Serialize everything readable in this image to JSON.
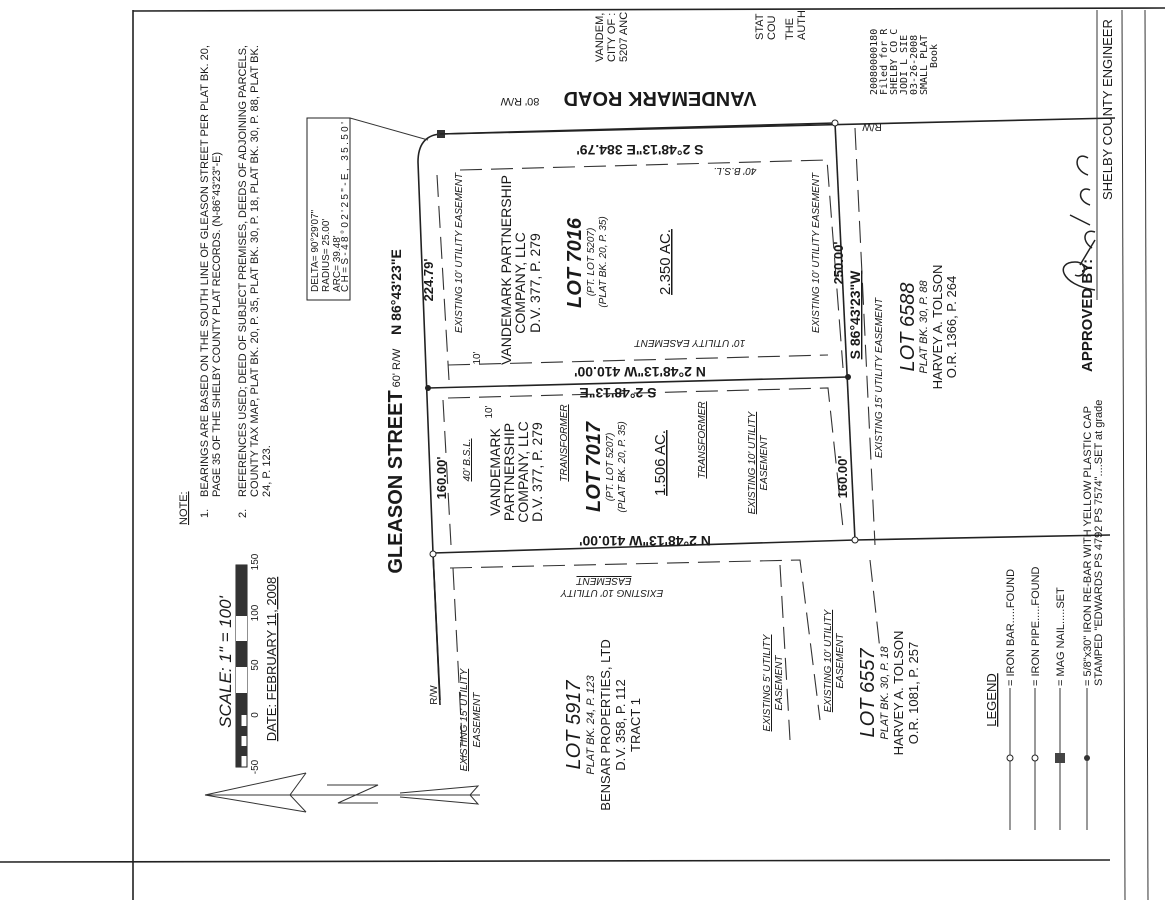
{
  "recording_fragments": {
    "owner_lines": [
      "VANDEM,",
      "CITY OF :",
      "5207 ANC"
    ],
    "state_lines": [
      "STAT",
      "COU"
    ],
    "auth_lines": [
      "THE",
      "AUTH"
    ],
    "stamp_lines": [
      "20080000180",
      "Filed for R",
      "SHELBY CO C",
      "JODI L SIE",
      "03-26-2008",
      "SMALL PLAT",
      "Book"
    ]
  },
  "notes": {
    "title": "NOTE:",
    "items": [
      {
        "num": "1.",
        "lines": [
          "BEARINGS ARE BASED ON THE SOUTH LINE OF GLEASON STREET PER PLAT BK. 20,",
          "PAGE 35 OF THE SHELBY COUNTY PLAT RECORDS. (N-86°43'23\"-E)"
        ]
      },
      {
        "num": "2.",
        "lines": [
          "REFERENCES USED; DEED OF SUBJECT PREMISES, DEEDS OF ADJOINING PARCELS,",
          "COUNTY TAX MAP, PLAT BK. 20, P. 35, PLAT BK. 30, P. 18, PLAT BK. 30, P. 88, PLAT BK.",
          "24, P. 123."
        ]
      }
    ]
  },
  "scale": {
    "label": "SCALE: 1\" = 100'",
    "ticks": [
      "-50",
      "0",
      "50",
      "100",
      "150"
    ],
    "date": "DATE: FEBRUARY 11, 2008"
  },
  "curve": {
    "lines": [
      "DELTA= 90°29'07\"",
      "RADIUS= 25.00'",
      "ARC= 39.48'",
      "CH=S-48°02'25\"-E, 35.50'"
    ]
  },
  "roads": {
    "vandemark": {
      "name": "VANDEMARK ROAD",
      "rw": "80' R/W"
    },
    "gleason": {
      "name": "GLEASON STREET",
      "rw": "60' R/W",
      "bearing": "N 86°43'23\"E"
    }
  },
  "dimensions": {
    "north_line": "S 2°48'13\"E  384.79'",
    "west_7016": "224.79'",
    "west_7017": "160.00'",
    "east_7016": "250.00'",
    "east_7017": "160.00'",
    "east_bearing": "S 86°43'23\"W",
    "mid_line_n": "N 2°48'13\"W  410.00'",
    "mid_line_s": "S 2°48'13\"E",
    "south_line": "N 2°48'13\"W  410.00'",
    "offset_10a": "10'",
    "offset_10b": "10'",
    "rw_top": "R/W",
    "rw_bottom": "R/W"
  },
  "lots": {
    "lot7016": {
      "owner": [
        "VANDEMARK PARTNERSHIP",
        "COMPANY, LLC",
        "D.V. 377, P. 279"
      ],
      "name": "LOT 7016",
      "sub": [
        "(PT. LOT 5207)",
        "(PLAT BK. 20, P. 35)"
      ],
      "acres": "2.350 AC.",
      "bsl": "40' B.S.L."
    },
    "lot7017": {
      "owner": [
        "VANDEMARK",
        "PARTNERSHIP",
        "COMPANY, LLC",
        "D.V. 377, P. 279"
      ],
      "name": "LOT 7017",
      "sub": [
        "(PT. LOT 5207)",
        "(PLAT BK. 20, P. 35)"
      ],
      "acres": "1.506 AC.",
      "bsl": "40' B.S.L.",
      "transformer": "TRANSFORMER"
    },
    "lot5917": {
      "name": "LOT 5917",
      "lines": [
        "PLAT BK. 24, P. 123",
        "BENSAR PROPERTIES, LTD",
        "D.V. 358, P. 112",
        "TRACT 1"
      ]
    },
    "lot6557": {
      "name": "LOT 6557",
      "lines": [
        "PLAT BK. 30, P. 18",
        "HARVEY A. TOLSON",
        "O.R. 1081, P. 257"
      ]
    },
    "lot6588": {
      "name": "LOT 6588",
      "lines": [
        "PLAT BK. 30, P. 88",
        "HARVEY A. TOLSON",
        "O.R. 1366, P. 264"
      ]
    }
  },
  "easements": {
    "ex10_full": "EXISTING 10' UTILITY EASEMENT",
    "ten_util": "10' UTILITY EASEMENT",
    "ex10_line1": "EXISTING 10' UTILITY",
    "easement": "EASEMENT",
    "ex15_line1": "EXISTING 15' UTILITY",
    "ex15_full": "EXISTING 15' UTILITY EASEMENT",
    "ex5_line1": "EXISTING 5' UTILITY"
  },
  "legend": {
    "title": "LEGEND",
    "items": [
      "= IRON BAR.....FOUND",
      "= IRON PIPE.....FOUND",
      "= MAG NAIL.....SET",
      "= 5/8\"x30\" IRON RE-BAR WITH YELLOW PLASTIC CAP"
    ],
    "last_line2": "STAMPED \"EDWARDS PS 4792 PS 7574\"....SET at grade"
  },
  "approval": {
    "label": "APPROVED BY:",
    "title": "SHELBY COUNTY ENGINEER",
    "signature": "Robert Coe"
  }
}
